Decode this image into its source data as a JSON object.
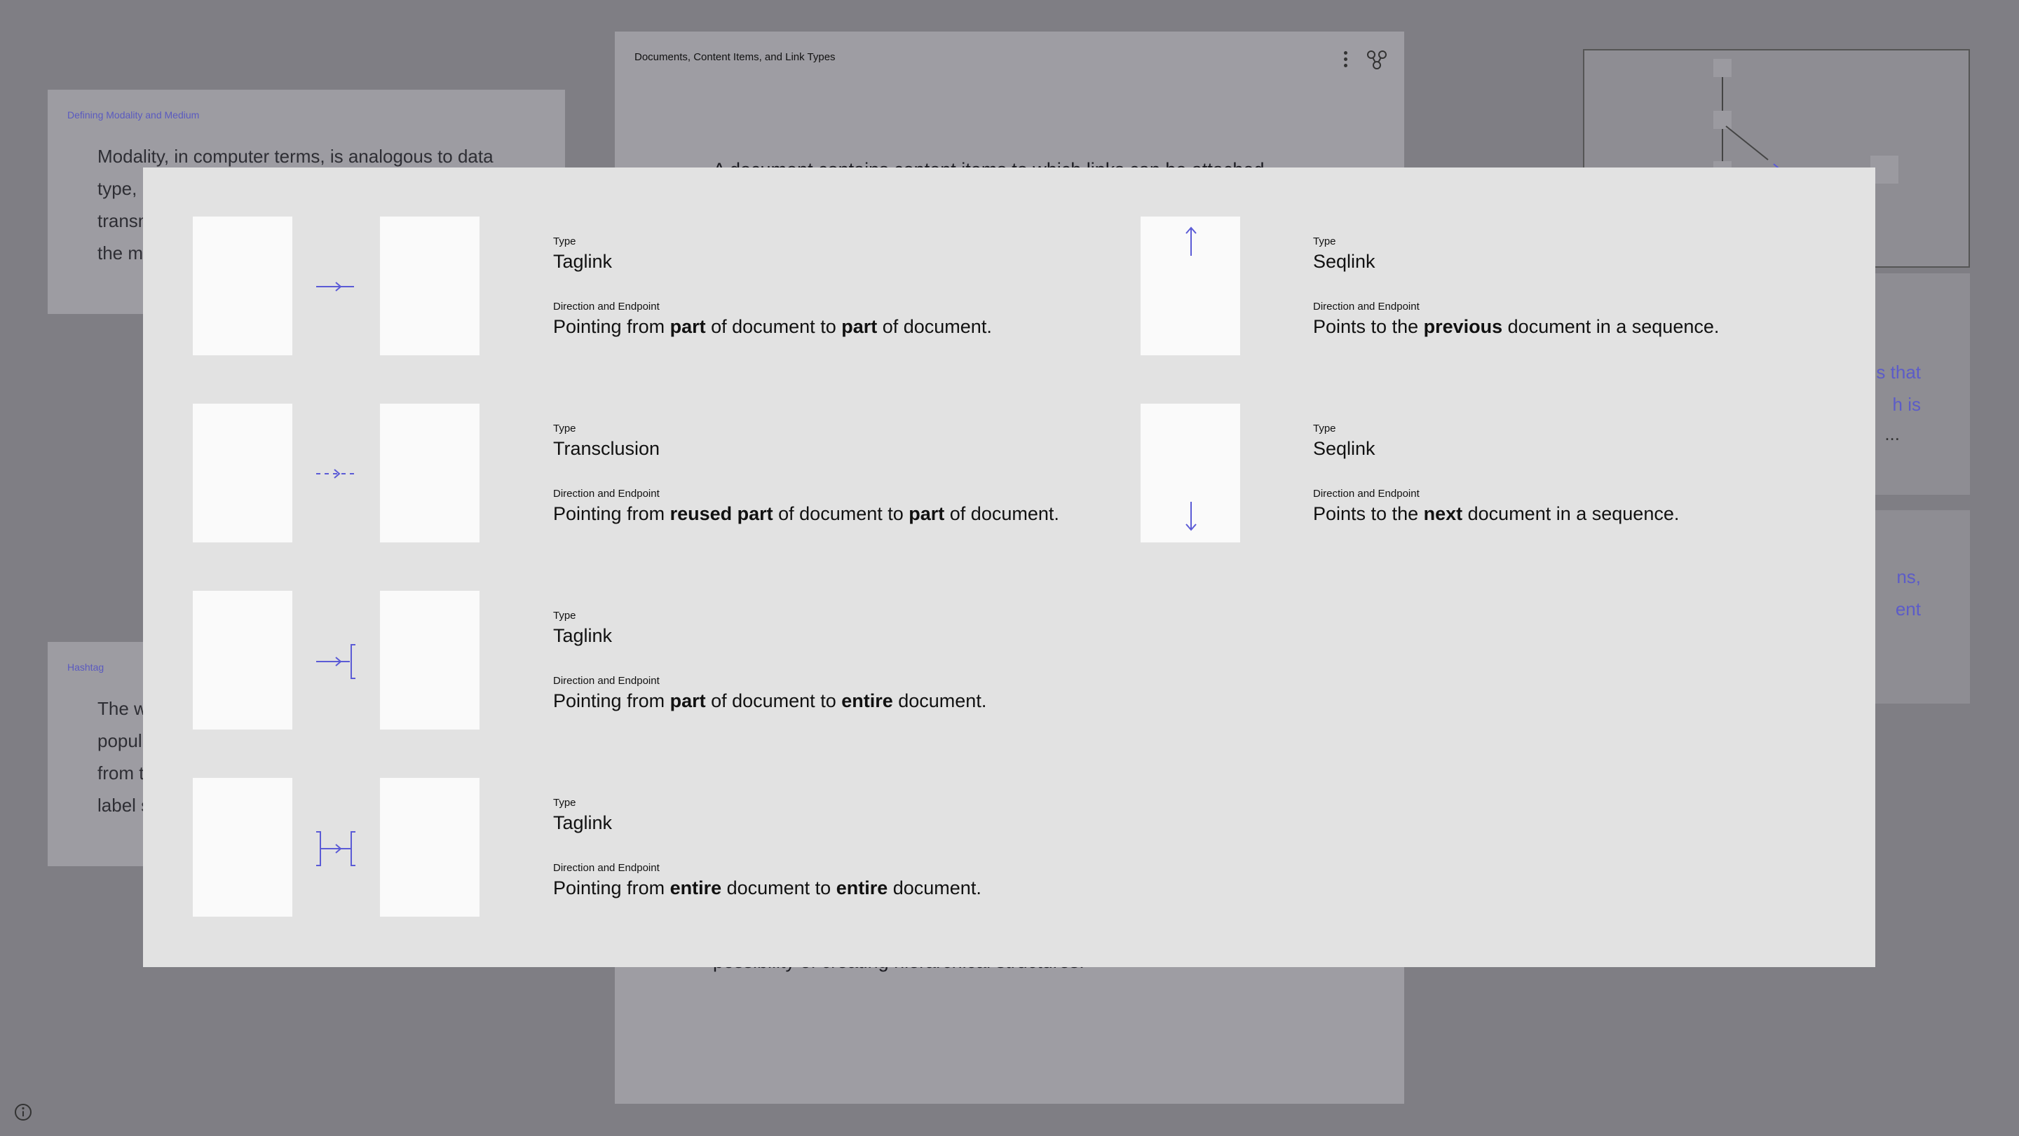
{
  "background": {
    "left_top_card": {
      "label": "Defining Modality and Medium",
      "lines": [
        "Modality, in computer terms, is analogous to data",
        "type,",
        "transm",
        "the m"
      ]
    },
    "left_bottom_card": {
      "label": "Hashtag",
      "lines": [
        "The w",
        "popul",
        "from t",
        "label s"
      ]
    },
    "center_doc": {
      "title": "Documents, Content Items, and Link Types",
      "peek_top": "A document contains content items to which links can be attached.",
      "peek_bottom": "possibility of creating hierarchical structures."
    },
    "right_card_1": {
      "lines": [
        "s that",
        "h is"
      ],
      "ellipsis": "..."
    },
    "right_card_2": {
      "lines": [
        "ns,",
        "ent"
      ]
    }
  },
  "modal": {
    "type_caption": "Type",
    "direction_caption": "Direction and Endpoint",
    "link_color": "#5b5bd6",
    "entries": [
      {
        "icon": "arrow-right-icon",
        "type": "Taglink",
        "desc": [
          {
            "t": "Pointing from "
          },
          {
            "t": "part",
            "b": true
          },
          {
            "t": " of document to "
          },
          {
            "t": "part",
            "b": true
          },
          {
            "t": " of document."
          }
        ]
      },
      {
        "icon": "dashed-arrow-right-icon",
        "type": "Transclusion",
        "desc": [
          {
            "t": "Pointing from "
          },
          {
            "t": "reused part",
            "b": true
          },
          {
            "t": " of document to "
          },
          {
            "t": "part",
            "b": true
          },
          {
            "t": " of document."
          }
        ]
      },
      {
        "icon": "arrow-to-bracket-icon",
        "type": "Taglink",
        "desc": [
          {
            "t": "Pointing from "
          },
          {
            "t": "part",
            "b": true
          },
          {
            "t": " of document to "
          },
          {
            "t": "entire",
            "b": true
          },
          {
            "t": " document."
          }
        ]
      },
      {
        "icon": "bracket-arrow-bracket-icon",
        "type": "Taglink",
        "desc": [
          {
            "t": "Pointing from "
          },
          {
            "t": "entire",
            "b": true
          },
          {
            "t": " document to "
          },
          {
            "t": "entire",
            "b": true
          },
          {
            "t": " document."
          }
        ]
      },
      {
        "icon": "arrow-up-icon",
        "type": "Seqlink",
        "desc": [
          {
            "t": "Points to the "
          },
          {
            "t": "previous",
            "b": true
          },
          {
            "t": " document in a sequence."
          }
        ]
      },
      {
        "icon": "arrow-down-icon",
        "type": "Seqlink",
        "desc": [
          {
            "t": "Points to the "
          },
          {
            "t": "next",
            "b": true
          },
          {
            "t": " document in a sequence."
          }
        ]
      }
    ]
  }
}
